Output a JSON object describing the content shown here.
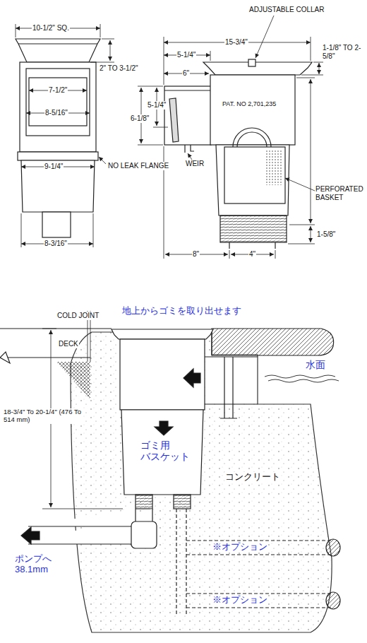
{
  "diagram": {
    "labels": [
      "10-1/2\" SQ.",
      "2\" TO 3-1/2\"",
      "7-1/2\"",
      "8-5/16\"",
      "9-1/4\"",
      "NO LEAK FLANGE",
      "8-3/16\"",
      "15-3/4\"",
      "ADJUSTABLE COLLAR",
      "5-1/4\"",
      "1-1/8\" TO 2-5/8\"",
      "6\"",
      "5-1/4\"",
      "6-1/8\"",
      "PAT. NO 2,701,235",
      "WEIR",
      "PERFORATED BASKET",
      "1-5/8\"",
      "8\"",
      "4\"",
      "COLD JOINT",
      "地上からゴミを取り出せます",
      "DECK",
      "水面",
      "18-3/4\" To 20-1/4\" (476 To 514 mm)",
      "ゴミ用 バスケット",
      "コンクリート",
      "ポンプへ 38.1mm",
      "※オプション",
      "※オプション"
    ]
  }
}
